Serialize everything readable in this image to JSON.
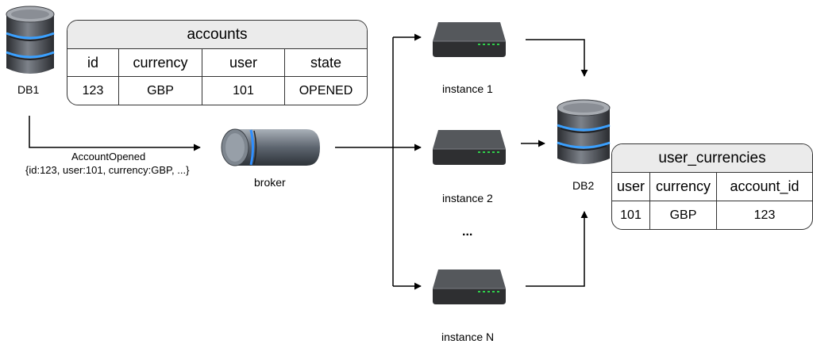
{
  "db1": {
    "label": "DB1"
  },
  "db2": {
    "label": "DB2"
  },
  "broker": {
    "label": "broker"
  },
  "event": {
    "name": "AccountOpened",
    "payload": "{id:123, user:101, currency:GBP, ...}"
  },
  "instances": {
    "first": "instance 1",
    "second": "instance 2",
    "ellipsis": "...",
    "last": "instance N"
  },
  "accounts_table": {
    "title": "accounts",
    "columns": [
      "id",
      "currency",
      "user",
      "state"
    ],
    "rows": [
      [
        "123",
        "GBP",
        "101",
        "OPENED"
      ]
    ]
  },
  "user_currencies_table": {
    "title": "user_currencies",
    "columns": [
      "user",
      "currency",
      "account_id"
    ],
    "rows": [
      [
        "101",
        "GBP",
        "123"
      ]
    ]
  },
  "colors": {
    "db_body": "#5b5f66",
    "db_glow": "#3aa0ff",
    "broker_body": "#6e7680",
    "broker_stripe": "#2f8fff",
    "device_body": "#2e2f31",
    "device_led": "#2fd04a",
    "header_bg": "#ebebeb",
    "line": "#000000"
  }
}
